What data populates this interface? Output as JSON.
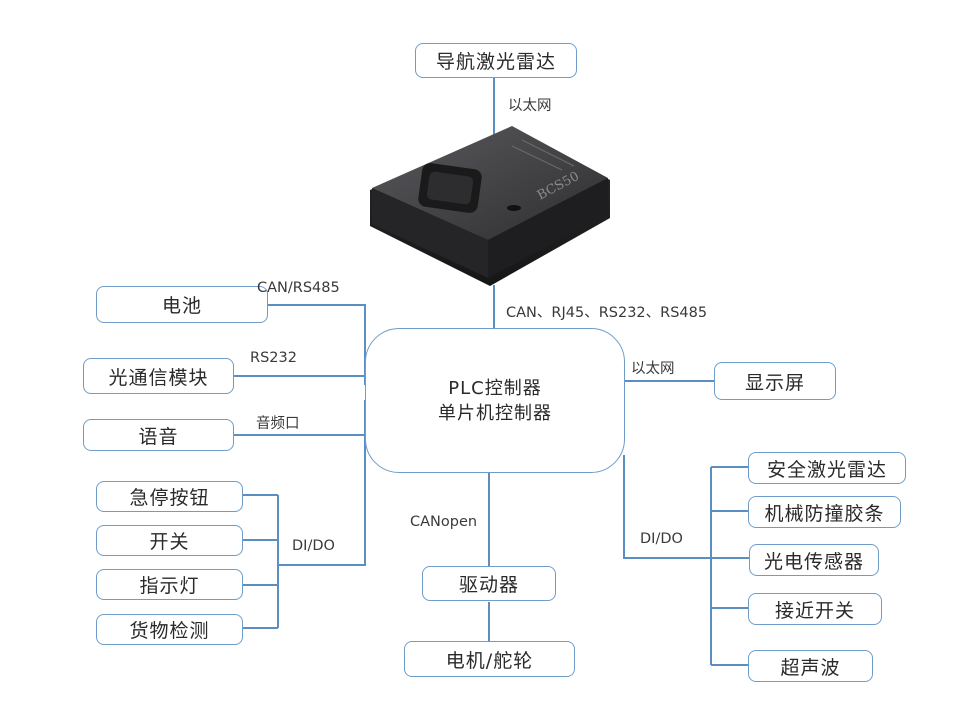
{
  "colors": {
    "line": "#5b8fc4",
    "border": "#6f9cc9",
    "device_body": "#3a3a3c"
  },
  "top_node": {
    "label": "导航激光雷达",
    "link_label": "以太网"
  },
  "device": {
    "name": "product-image",
    "model_text": "BCS50",
    "link_label": "CAN、RJ45、RS232、RS485"
  },
  "center": {
    "line1": "PLC控制器",
    "line2": "单片机控制器"
  },
  "left_nodes": [
    {
      "label": "电池",
      "link_label": "CAN/RS485"
    },
    {
      "label": "光通信模块",
      "link_label": "RS232"
    },
    {
      "label": "语音",
      "link_label": "音频口"
    }
  ],
  "left_dio": {
    "link_label": "DI/DO",
    "items": [
      "急停按钮",
      "开关",
      "指示灯",
      "货物检测"
    ]
  },
  "right_node": {
    "label": "显示屏",
    "link_label": "以太网"
  },
  "right_dio": {
    "link_label": "DI/DO",
    "items": [
      "安全激光雷达",
      "机械防撞胶条",
      "光电传感器",
      "接近开关",
      "超声波"
    ]
  },
  "bottom": {
    "link_label": "CANopen",
    "driver": "驱动器",
    "motor": "电机/舵轮"
  }
}
